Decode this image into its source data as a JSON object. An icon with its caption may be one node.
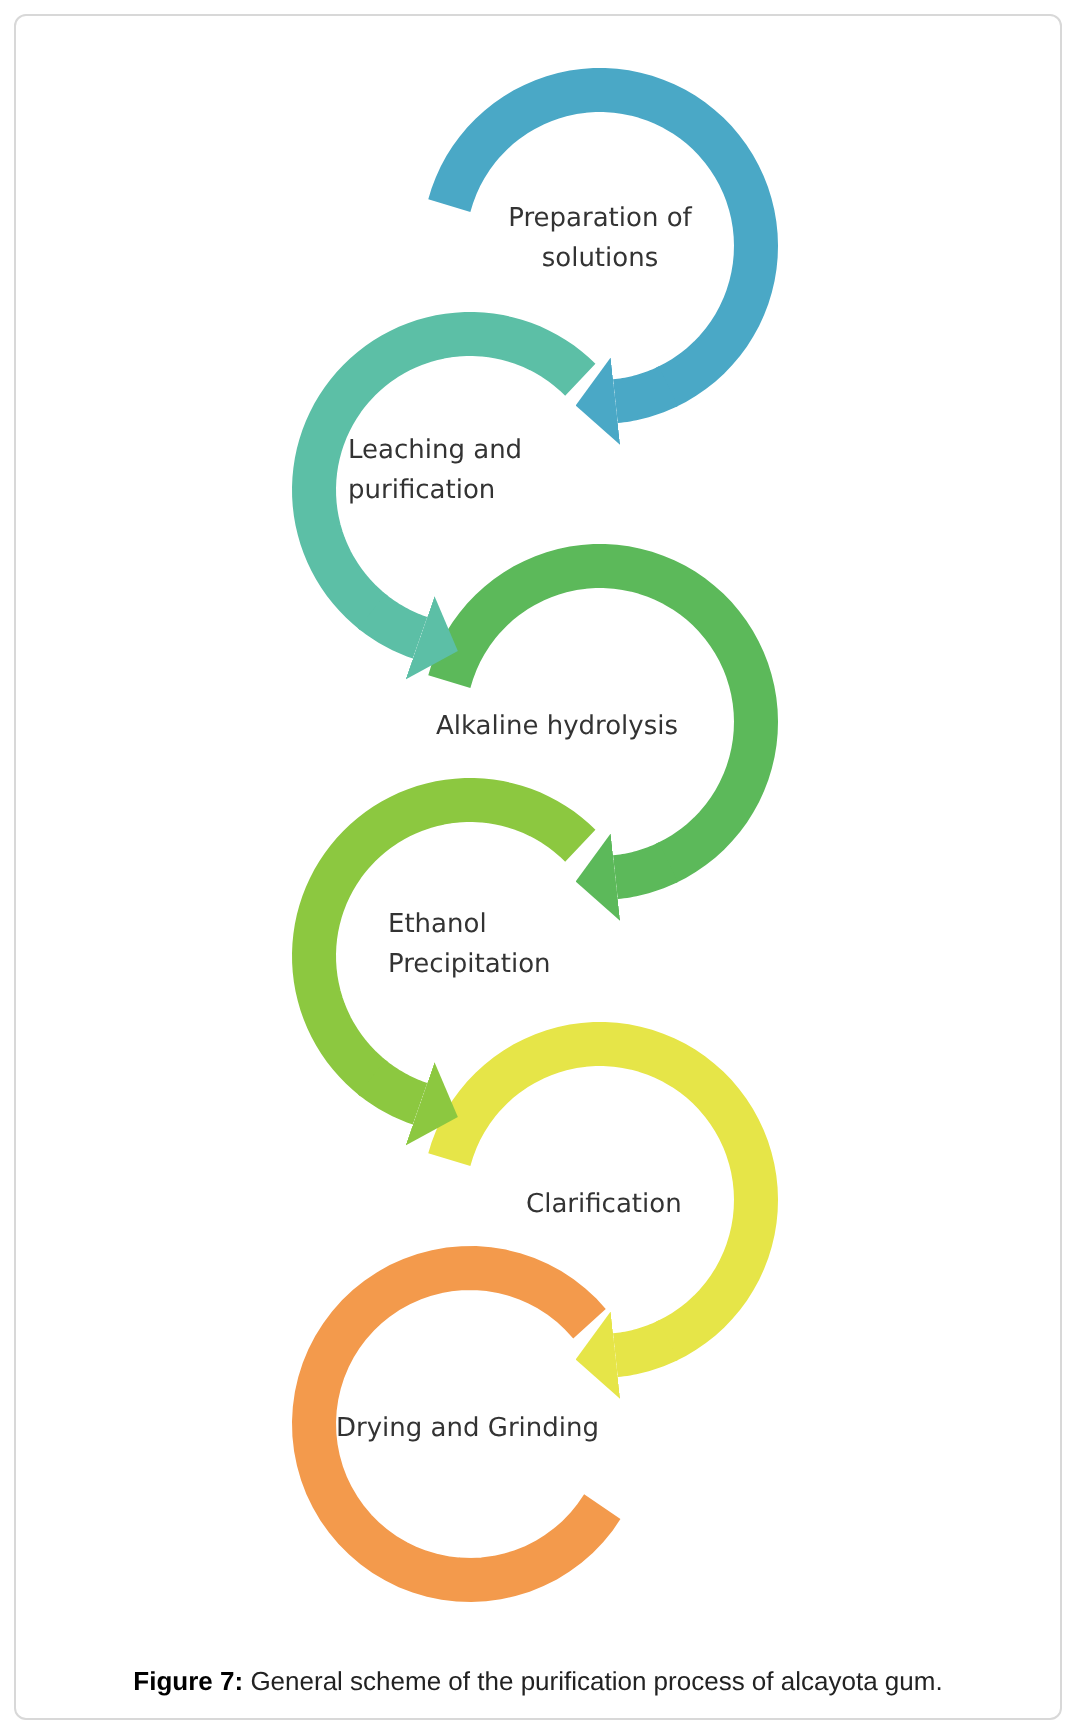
{
  "diagram": {
    "caption": "**Figure 7:** General scheme of the purification process of alcayota gum.",
    "nodes": [
      {
        "text": [
          "Preparation of solutions"
        ]
      },
      {
        "text": [
          "Leaching and purification"
        ]
      },
      {
        "text": [
          "Alkaline hydrolysis"
        ]
      },
      {
        "text": [
          "Ethanol Precipitation"
        ]
      },
      {
        "text": [
          "Clarification"
        ]
      },
      {
        "text": [
          "Drying and Grinding"
        ]
      }
    ],
    "edges": [
      {
        "from": 0,
        "to": 1,
        "arrow": "to",
        "color": "#4aa8c6"
      },
      {
        "from": 1,
        "to": 2,
        "arrow": "to",
        "color": "#5cbfa6"
      },
      {
        "from": 2,
        "to": 3,
        "arrow": "to",
        "color": "#5cb95a"
      },
      {
        "from": 3,
        "to": 4,
        "arrow": "to",
        "color": "#8cc840"
      },
      {
        "from": 4,
        "to": 5,
        "arrow": "to",
        "color": "#e6e548"
      }
    ]
  }
}
